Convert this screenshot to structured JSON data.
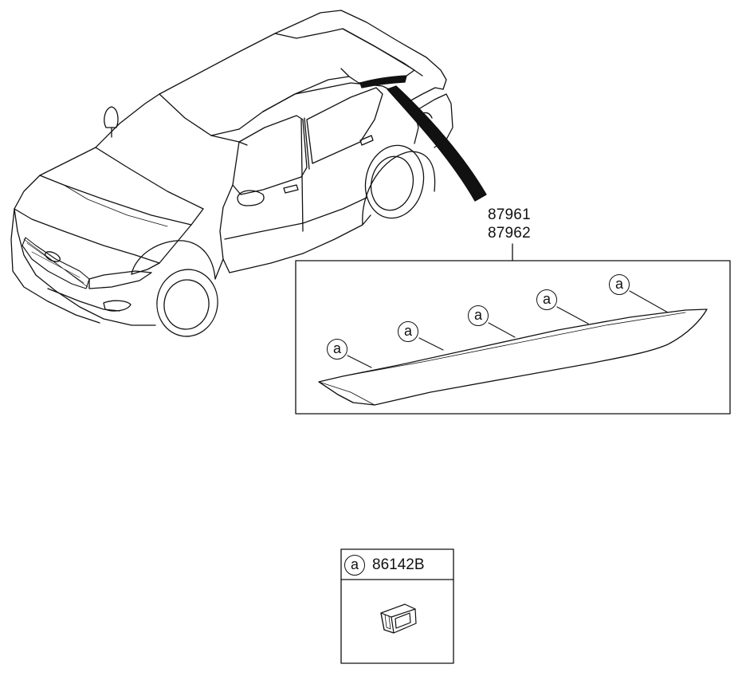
{
  "part_numbers": {
    "molding_lh": "87961",
    "molding_rh": "87962",
    "clip": "86142B"
  },
  "callout_letter": "a",
  "callouts_on_molding": [
    "a",
    "a",
    "a",
    "a",
    "a"
  ],
  "legend": {
    "symbol": "a",
    "code": "86142B"
  },
  "icons": {
    "vehicle": "sedan-vehicle-illustration",
    "molding": "roof-drip-molding-icon",
    "clip": "molding-clip-icon",
    "pointer": "part-location-pointer-icon"
  },
  "colors": {
    "line": "#111111",
    "background": "#ffffff"
  }
}
